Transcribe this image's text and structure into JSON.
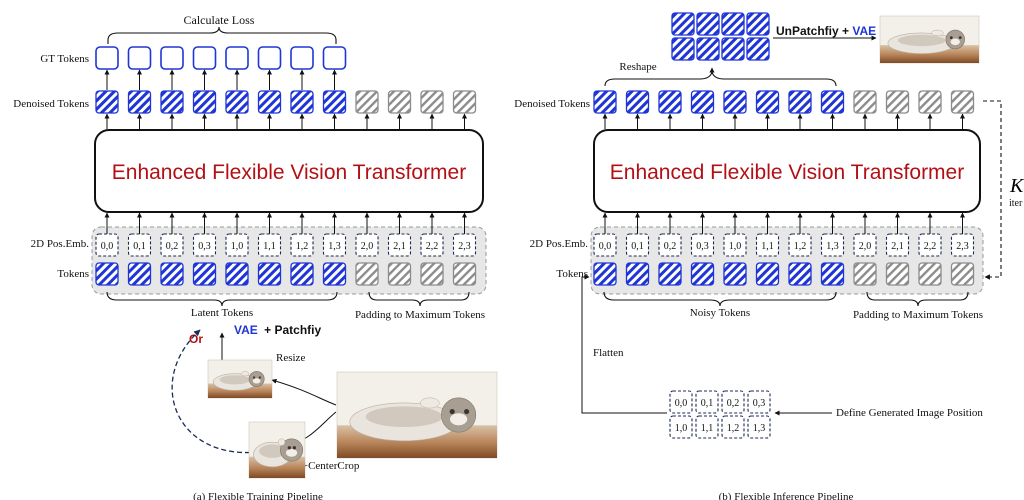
{
  "colors": {
    "blue": "#1f35d6",
    "gray": "#8c8c8c",
    "red": "#b40f14",
    "navy": "#1c2a55",
    "panel": "#e7e7e7"
  },
  "left": {
    "calc_loss": "Calculate Loss",
    "gt_tokens": "GT Tokens",
    "denoised_tokens": "Denoised Tokens",
    "transformer": "Enhanced Flexible Vision Transformer",
    "pos_emb_label": "2D Pos.Emb.",
    "tokens_label": "Tokens",
    "pos": [
      "0,0",
      "0,1",
      "0,2",
      "0,3",
      "1,0",
      "1,1",
      "1,2",
      "1,3",
      "2,0",
      "2,1",
      "2,2",
      "2,3"
    ],
    "latent_tokens": "Latent Tokens",
    "padding": "Padding to Maximum Tokens",
    "or": "Or",
    "vae": "VAE",
    "plus_patchify": "+ Patchfiy",
    "resize": "Resize",
    "resize_crop": "Resize+CenterCrop",
    "caption": "(a) Flexible Training Pipeline"
  },
  "right": {
    "unpatch": "UnPatchfiy + ",
    "vae": "VAE",
    "reshape": "Reshape",
    "denoised_tokens": "Denoised Tokens",
    "transformer": "Enhanced Flexible Vision Transformer",
    "pos_emb_label": "2D Pos.Emb.",
    "tokens_label": "Tokens",
    "pos": [
      "0,0",
      "0,1",
      "0,2",
      "0,3",
      "1,0",
      "1,1",
      "1,2",
      "1,3",
      "2,0",
      "2,1",
      "2,2",
      "2,3"
    ],
    "noisy_tokens": "Noisy Tokens",
    "padding": "Padding to Maximum Tokens",
    "flatten": "Flatten",
    "grid": [
      [
        "0,0",
        "0,1",
        "0,2",
        "0,3"
      ],
      [
        "1,0",
        "1,1",
        "1,2",
        "1,3"
      ]
    ],
    "define_pos": "Define Generated Image Position",
    "k": "K",
    "iter": "iter",
    "caption": "(b) Flexible Inference Pipeline"
  }
}
